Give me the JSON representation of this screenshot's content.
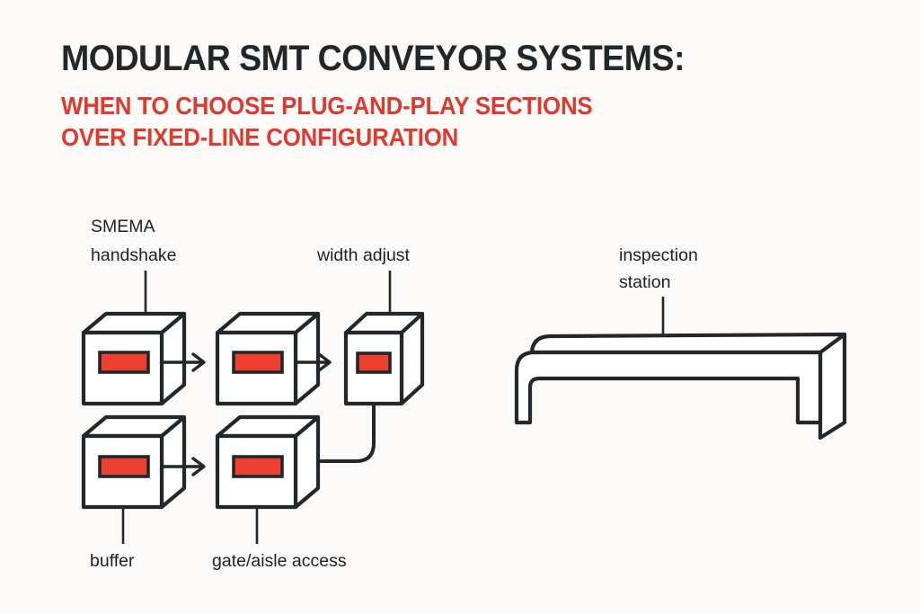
{
  "page": {
    "background_color": "#fbfaf9",
    "ink_color": "#22272b",
    "accent_color": "#e03a2f",
    "slot_color": "#ee4030"
  },
  "header": {
    "title": "MODULAR SMT CONVEYOR SYSTEMS:",
    "subtitle_line1": "WHEN TO CHOOSE PLUG-AND-PLAY SECTIONS",
    "subtitle_line2": "OVER FIXED-LINE CONFIGURATION"
  },
  "diagram": {
    "labels": [
      {
        "id": "smema",
        "line1": "SMEMA",
        "line2": "handshake"
      },
      {
        "id": "width-adjust",
        "line1": "width adjust",
        "line2": ""
      },
      {
        "id": "inspection",
        "line1": "inspection",
        "line2": "station"
      },
      {
        "id": "buffer",
        "line1": "buffer",
        "line2": ""
      },
      {
        "id": "gate-aisle",
        "line1": "gate/aisle access",
        "line2": ""
      }
    ],
    "modules": [
      {
        "id": "module-1",
        "label_ref": "smema"
      },
      {
        "id": "module-2",
        "label_ref": ""
      },
      {
        "id": "module-3",
        "label_ref": "width-adjust"
      },
      {
        "id": "module-4",
        "label_ref": "buffer"
      },
      {
        "id": "module-5",
        "label_ref": "gate-aisle"
      }
    ],
    "station": {
      "id": "inspection-station",
      "label_ref": "inspection"
    },
    "flow_arrows": 2,
    "connectors": 1
  }
}
